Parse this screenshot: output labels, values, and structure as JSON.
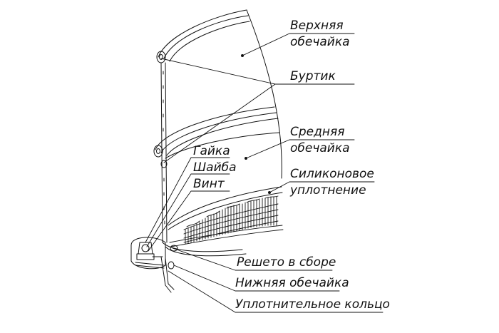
{
  "labels": {
    "upper_shell_1": "Верхняя",
    "upper_shell_2": "обечайка",
    "bead": "Буртик",
    "middle_shell_1": "Средняя",
    "middle_shell_2": "обечайка",
    "nut": "Гайка",
    "washer": "Шайба",
    "screw": "Винт",
    "silicone_1": "Силиконовое",
    "silicone_2": "уплотнение",
    "sieve": "Решето в сборе",
    "lower_shell": "Нижняя обечайка",
    "seal_ring": "Уплотнительное кольцо"
  }
}
